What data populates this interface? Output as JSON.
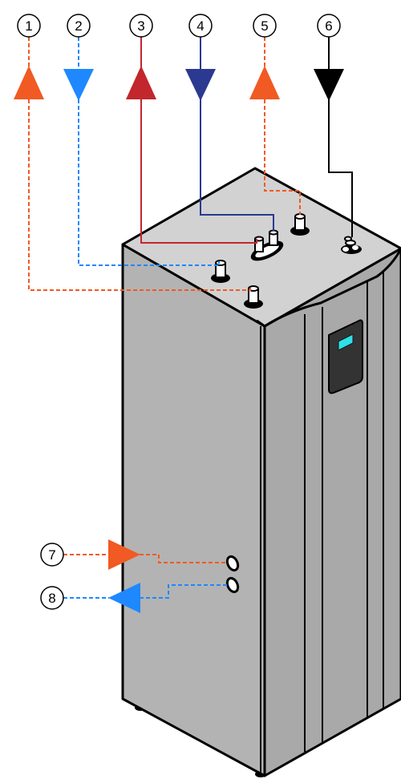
{
  "colors": {
    "hot_dashed": "#f15a22",
    "cold_dashed": "#1e88ff",
    "heating_flow": "#c1272d",
    "heating_return": "#2b3990",
    "black": "#000000",
    "unit_body": "#b7b7b7",
    "unit_side": "#a8a8a8",
    "unit_top": "#cfcfcf",
    "display": "#2de0e8"
  },
  "callouts": [
    {
      "label": "1",
      "kind": "outflow",
      "color_key": "hot_dashed",
      "line": "dashed"
    },
    {
      "label": "2",
      "kind": "inflow",
      "color_key": "cold_dashed",
      "line": "dashed"
    },
    {
      "label": "3",
      "kind": "outflow",
      "color_key": "heating_flow",
      "line": "solid"
    },
    {
      "label": "4",
      "kind": "inflow",
      "color_key": "heating_return",
      "line": "solid"
    },
    {
      "label": "5",
      "kind": "outflow",
      "color_key": "hot_dashed",
      "line": "dashed"
    },
    {
      "label": "6",
      "kind": "inflow",
      "color_key": "black",
      "line": "solid"
    },
    {
      "label": "7",
      "kind": "inflow",
      "color_key": "hot_dashed",
      "line": "dashed"
    },
    {
      "label": "8",
      "kind": "outflow",
      "color_key": "cold_dashed",
      "line": "dashed"
    }
  ]
}
